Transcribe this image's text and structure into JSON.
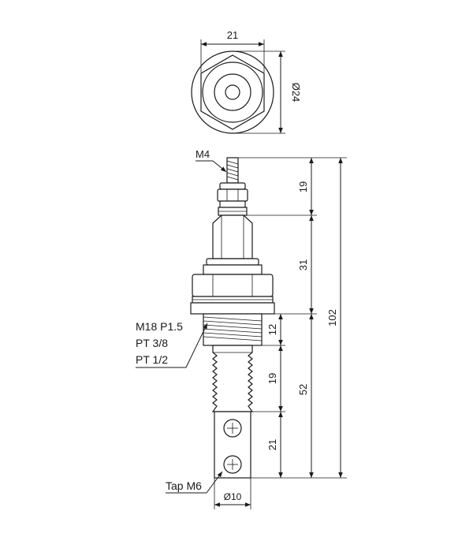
{
  "top_view": {
    "width_label": "21",
    "diameter_label": "Ø24"
  },
  "side_view": {
    "terminal_thread": "M4",
    "mount_thread": [
      "M18 P1.5",
      "PT 3/8",
      "PT 1/2"
    ],
    "tap_label": "Tap M6",
    "rod_diameter": "Ø10",
    "dimensions": {
      "terminal_length": "19",
      "insulator_length": "31",
      "overall_length": "102",
      "thread_length": "12",
      "ribbed_length": "19",
      "below_flange_length": "52",
      "rod_end_length": "21"
    }
  }
}
